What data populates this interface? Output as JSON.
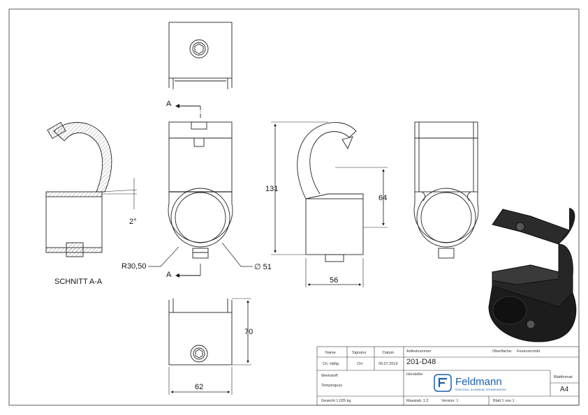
{
  "section": {
    "label": "SCHNITT A-A",
    "angle": "2°"
  },
  "cut_marks": {
    "top": "A",
    "bottom": "A"
  },
  "dimensions": {
    "height_total": "131",
    "height_mid": "64",
    "width_side": "56",
    "radius": "R30,50",
    "diameter": "∅ 51",
    "height_bottom": "70",
    "width_bottom": "62"
  },
  "title_block": {
    "col_name": "Name",
    "col_signatur": "Signatur",
    "col_datum": "Datum",
    "row_name": "Ch. Häfig",
    "row_signatur": "CH",
    "row_datum": "09.07.2019",
    "artikel_label": "Artikelnummer",
    "artikel_value": "201-D48",
    "oberflaeche_label": "Oberfläche:",
    "oberflaeche_value": "Feuerverzinkt",
    "werkstoff_label": "Werkstoff:",
    "werkstoff_value": "Temperguss",
    "hersteller_label": "Hersteller",
    "logo_text": "Feldmann",
    "logo_sub": "EDELSTAHL, ALUMINIUM, SCHMIEDEEISEN",
    "blattformat_label": "Blattformat",
    "blattformat_value": "A4",
    "gewicht": "Gewicht 1.025 kg",
    "massstab_label": "Masstab: 1:2",
    "version_label": "Version: 1",
    "blatt": "Blatt 1 von 1"
  }
}
